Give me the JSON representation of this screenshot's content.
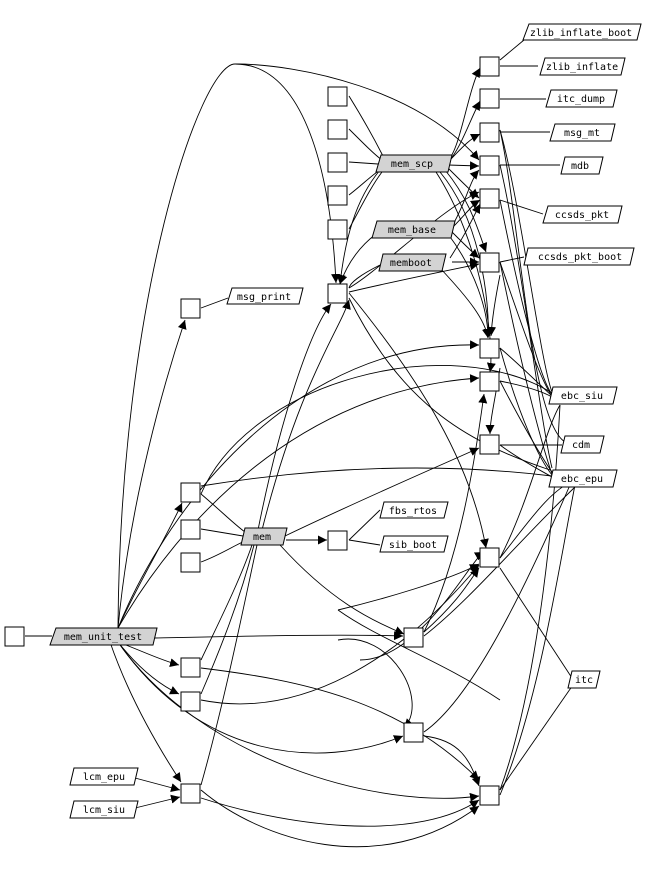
{
  "colors": {
    "highlight": "#d3d3d3",
    "normal": "#ffffff",
    "stroke": "#000000"
  },
  "labels": {
    "zlib_inflate_boot": "zlib_inflate_boot",
    "zlib_inflate": "zlib_inflate",
    "itc_dump": "itc_dump",
    "msg_mt": "msg_mt",
    "mem_scp": "mem_scp",
    "mdb": "mdb",
    "ccsds_pkt": "ccsds_pkt",
    "mem_base": "mem_base",
    "memboot": "memboot",
    "ccsds_pkt_boot": "ccsds_pkt_boot",
    "msg_print": "msg_print",
    "ebc_siu": "ebc_siu",
    "cdm": "cdm",
    "ebc_epu": "ebc_epu",
    "fbs_rtos": "fbs_rtos",
    "mem": "mem",
    "sib_boot": "sib_boot",
    "mem_unit_test": "mem_unit_test",
    "itc": "itc",
    "lcm_epu": "lcm_epu",
    "lcm_siu": "lcm_siu"
  }
}
